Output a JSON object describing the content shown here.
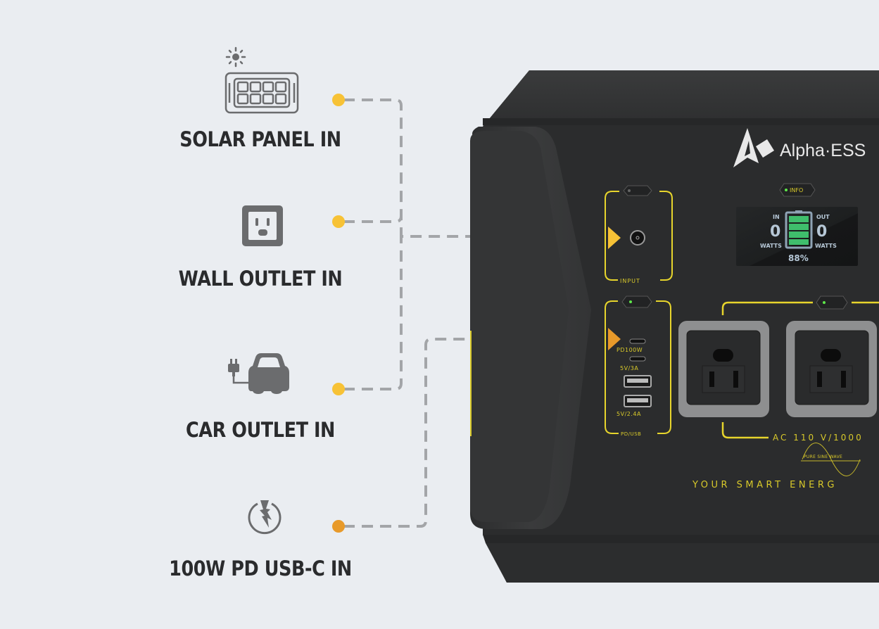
{
  "inputs": [
    {
      "label": "SOLAR PANEL IN",
      "icon": "solar-panel-icon",
      "dot_color": "#f7c236"
    },
    {
      "label": "WALL OUTLET IN",
      "icon": "wall-outlet-icon",
      "dot_color": "#f7c236"
    },
    {
      "label": "CAR OUTLET IN",
      "icon": "car-charger-icon",
      "dot_color": "#f7c236"
    },
    {
      "label": "100W PD USB-C IN",
      "icon": "lightning-circle-icon",
      "dot_color": "#e89a2a"
    }
  ],
  "device": {
    "brand": "Alpha·ESS",
    "info_button": "INFO",
    "display": {
      "in_label": "IN",
      "in_value": "0",
      "in_unit": "WATTS",
      "out_label": "OUT",
      "out_value": "0",
      "out_unit": "WATTS",
      "battery_percent": "88%",
      "battery_fill_fraction": 0.88
    },
    "input_port_label": "INPUT",
    "usb_labels": {
      "pd": "PD100W",
      "c2": "5V/3A",
      "a": "5V/2.4A",
      "group": "PD/USB"
    },
    "ac_label": "AC 110 V/1000",
    "sine_label": "PURE SINE WAVE",
    "slogan": "YOUR SMART ENERG"
  },
  "colors": {
    "accent_yellow": "#e7d52c",
    "connector_gray": "#a3a5a8",
    "icon_gray": "#6b6c6e",
    "device_body": "#2e2f30"
  }
}
